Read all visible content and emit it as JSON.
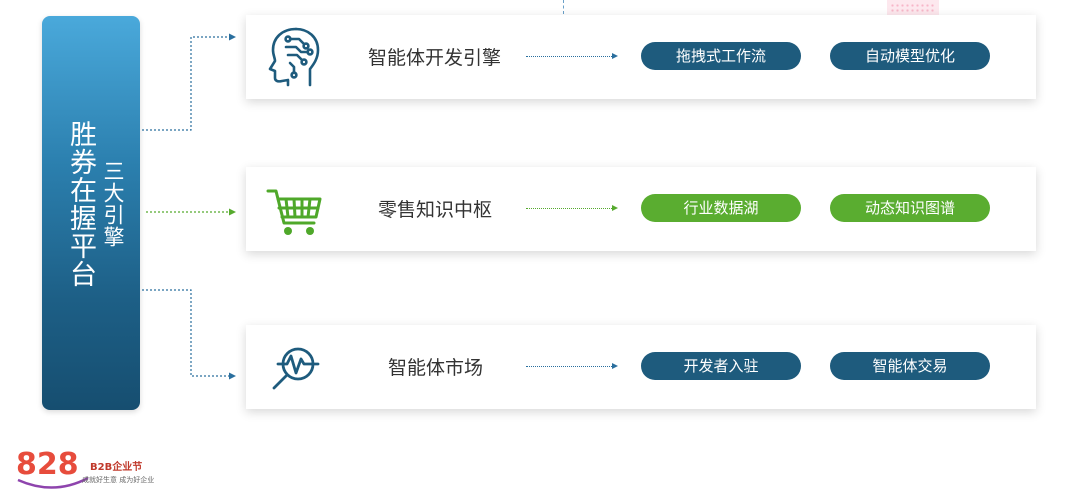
{
  "platform": {
    "title": "胜券在握平台",
    "subtitle": "三大引擎"
  },
  "engines": [
    {
      "name": "智能体开发引擎",
      "icon": "ai-head-circuit-icon",
      "color": "#1e5b7d",
      "tags": [
        "拖拽式工作流",
        "自动模型优化"
      ]
    },
    {
      "name": "零售知识中枢",
      "icon": "shopping-cart-icon",
      "color": "#5aad30",
      "tags": [
        "行业数据湖",
        "动态知识图谱"
      ]
    },
    {
      "name": "智能体市场",
      "icon": "magnifier-pulse-icon",
      "color": "#1e5b7d",
      "tags": [
        "开发者入驻",
        "智能体交易"
      ]
    }
  ],
  "logo": {
    "number": "828",
    "name": "B2B企业节",
    "slogan": "成就好生意 成为好企业"
  }
}
